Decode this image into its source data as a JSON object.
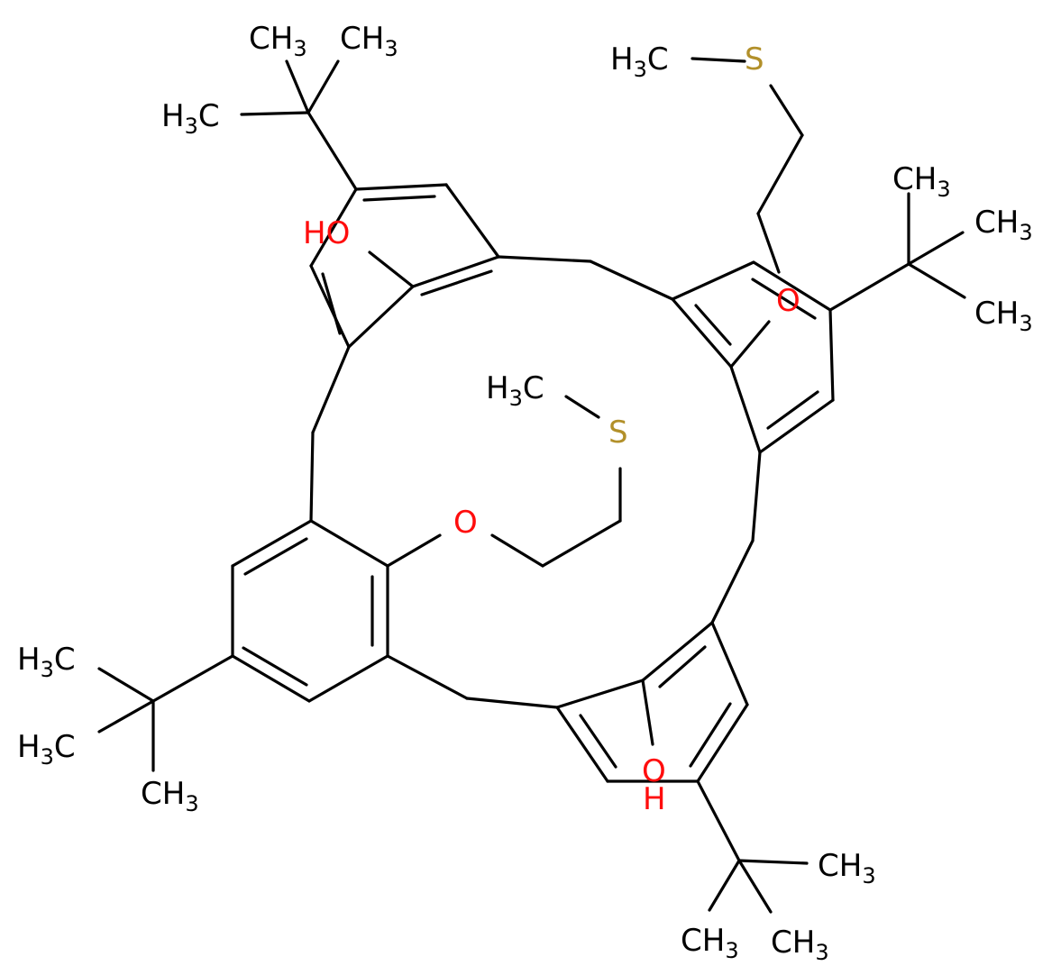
{
  "colors": {
    "bond": "#000000",
    "oxygen": "#ff0d0d",
    "sulfur": "#b2902a",
    "carbon": "#000000"
  },
  "labels": {
    "tl_me1": {
      "main": "CH",
      "sub": "3"
    },
    "tl_me2": {
      "main": "CH",
      "sub": "3"
    },
    "tl_me3": {
      "pre": "H",
      "sub": "3",
      "post": "C"
    },
    "top_sme": {
      "pre": "H",
      "sub": "3",
      "post": "C"
    },
    "top_s": "S",
    "tr_me1": {
      "main": "CH",
      "sub": "3"
    },
    "tr_me2": {
      "main": "CH",
      "sub": "3"
    },
    "tr_me3": {
      "main": "CH",
      "sub": "3"
    },
    "tr_o": "O",
    "tl_oh": "HO",
    "mid_sme": {
      "pre": "H",
      "sub": "3",
      "post": "C"
    },
    "mid_s": "S",
    "mid_o": "O",
    "bl_me1": {
      "pre": "H",
      "sub": "3",
      "post": "C"
    },
    "bl_me2": {
      "pre": "H",
      "sub": "3",
      "post": "C"
    },
    "bl_me3": {
      "main": "CH",
      "sub": "3"
    },
    "br_o": "O",
    "br_h": "H",
    "br_me1": {
      "main": "CH",
      "sub": "3"
    },
    "br_me2": {
      "main": "CH",
      "sub": "3"
    },
    "br_me3": {
      "main": "CH",
      "sub": "3"
    }
  }
}
